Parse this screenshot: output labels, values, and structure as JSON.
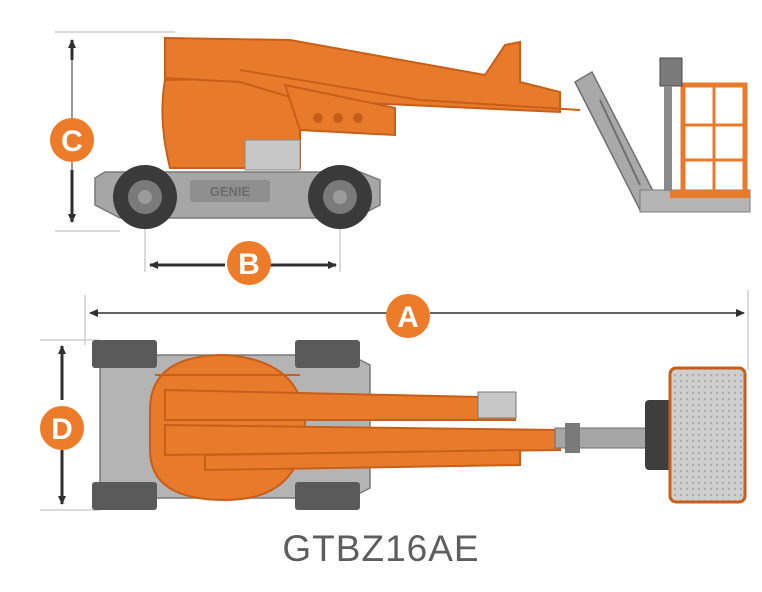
{
  "model_name": "GTBZ16AE",
  "side_view": {
    "chassis_badge": "GENIE"
  },
  "dimension_labels": {
    "overall_length": "A",
    "wheelbase": "B",
    "stowed_height": "C",
    "overall_width": "D"
  },
  "colors": {
    "orange": "#E87A2C",
    "orange_dark": "#C85F18",
    "badge_orange": "#EC7C2A",
    "grey": "#9A9A9A",
    "grey_dark": "#5A5A5A",
    "tyre": "#3A3A3A",
    "line": "#CFCFCF",
    "caption": "#5E5E5E"
  }
}
